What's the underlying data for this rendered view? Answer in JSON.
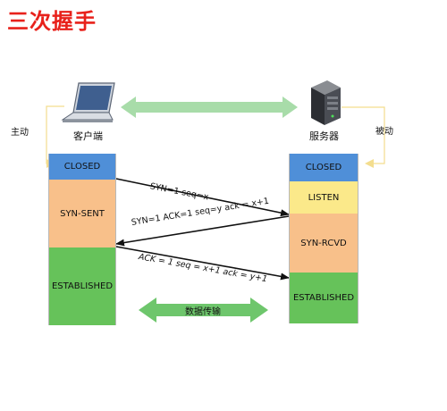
{
  "title": "三次握手",
  "client": {
    "label": "客户端",
    "side_label": "主动",
    "states": [
      "CLOSED",
      "SYN-SENT",
      "ESTABLISHED"
    ]
  },
  "server": {
    "label": "服务器",
    "side_label": "被动",
    "states": [
      "CLOSED",
      "LISTEN",
      "SYN-RCVD",
      "ESTABLISHED"
    ]
  },
  "messages": [
    "SYN=1  seq=x",
    "SYN=1 ACK=1 seq=y ack = x+1",
    "ACK = 1 seq = x+1 ack = y+1"
  ],
  "transfer_label": "数据传输",
  "colors": {
    "closed": "#4f8fd8",
    "syn_sent": "#f8c08a",
    "established": "#66c25a",
    "listen": "#fbe98a",
    "syn_rcvd": "#f8c08a",
    "arrow_green": "#8bd48c",
    "side_arrow": "#f3dd8e",
    "title": "#e8211b"
  }
}
